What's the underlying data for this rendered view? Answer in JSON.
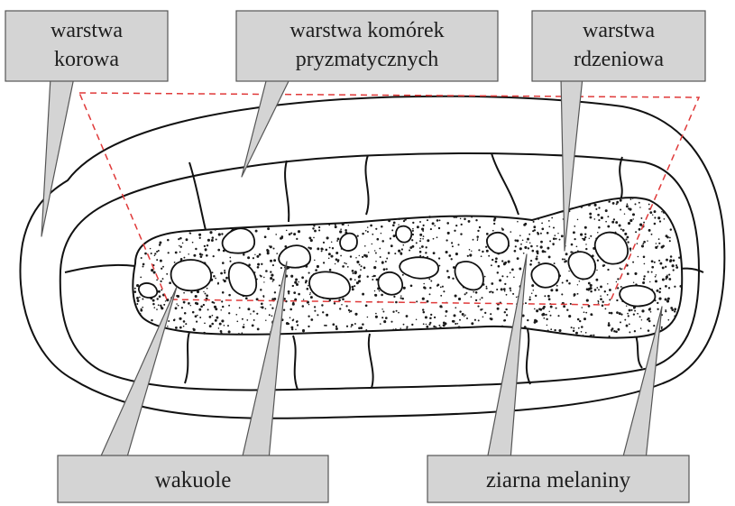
{
  "labels": {
    "cortex": [
      "warstwa",
      "korowa"
    ],
    "prismatic": [
      "warstwa komórek",
      "pryzmatycznych"
    ],
    "medulla": [
      "warstwa",
      "rdzeniowa"
    ],
    "vacuoles": "wakuole",
    "melanin": "ziarna melaniny"
  },
  "colors": {
    "label_box": "#d4d4d4",
    "outline": "#111111",
    "dashed_frame": "#e03a3a",
    "melanin_dots": "#1a1a1a"
  }
}
